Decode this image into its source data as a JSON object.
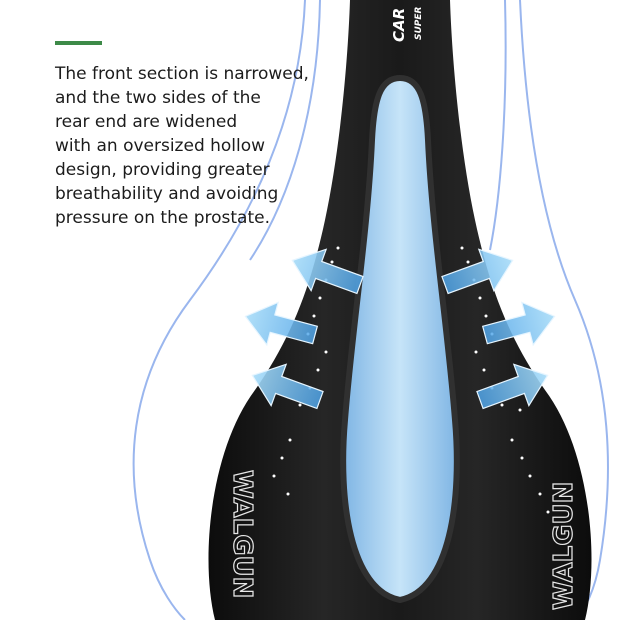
{
  "caption": {
    "lines": [
      "The front section is narrowed,",
      "and the two sides of the",
      "rear end are widened",
      "with an oversized hollow",
      "design, providing greater",
      "breathability and avoiding",
      "pressure on the prostate."
    ]
  },
  "saddle": {
    "nose_text": "CAR",
    "nose_subtext": "SUPER",
    "brand_logo": "WALGUN"
  },
  "colors": {
    "accent": "#3d8a48",
    "saddle": "#161616",
    "channel": "#a9d4f2",
    "airflow": "#7fc3ee",
    "guide_lines": "#9ab6ee"
  },
  "icons": [
    "airflow-arrow-icon"
  ]
}
